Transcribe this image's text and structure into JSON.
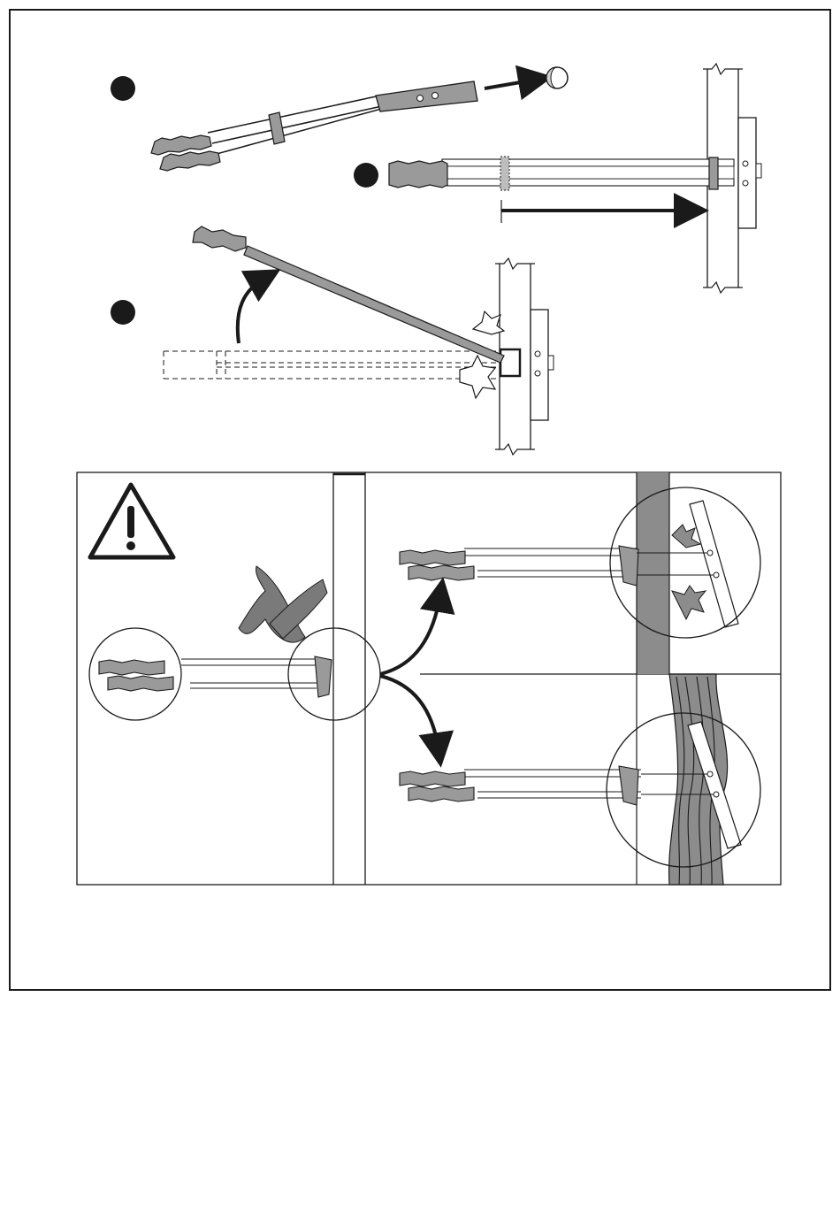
{
  "colors": {
    "ink": "#1a1a1a",
    "tool_gray": "#9a9a9a",
    "tool_gray_dark": "#7a7a7a",
    "wall_gray": "#8c8c8c",
    "wall_gray_light": "#bdbdbd",
    "fabric_lines": "#2a2a2a",
    "paper": "#ffffff"
  },
  "steps": [
    {
      "marker": "step-1-marker",
      "label": ""
    },
    {
      "marker": "step-2-marker",
      "label": ""
    },
    {
      "marker": "step-3-marker",
      "label": ""
    }
  ],
  "icons": {
    "warning": "warning-triangle-icon",
    "cross": "x-mark-icon",
    "arrow": "arrow-icon",
    "ball": "ball-icon",
    "snap": "snap-burst-icon"
  },
  "panels": {
    "warning_panel": "warning-panel",
    "hard_wall_panel": "hard-wall-result-panel",
    "soft_wall_panel": "soft-wall-result-panel"
  }
}
